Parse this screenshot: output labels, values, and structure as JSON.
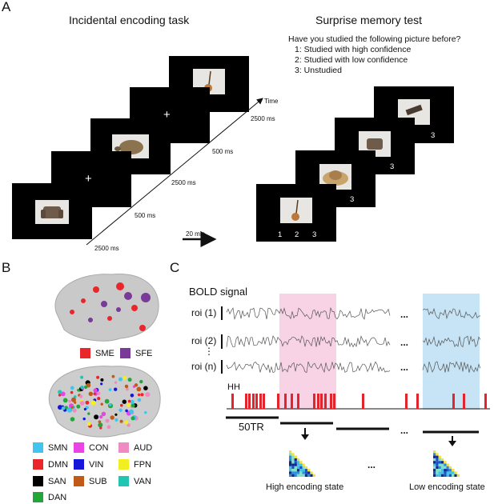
{
  "panel_a": {
    "letter": "A",
    "encoding_title": "Incidental encoding task",
    "memory_title": "Surprise memory test",
    "question": "Have you studied the following picture before?",
    "options": [
      "1: Studied with high confidence",
      "2: Studied with low confidence",
      "3: Unstudied"
    ],
    "time_label": "Time",
    "durations": [
      "2500 ms",
      "500 ms",
      "2500 ms",
      "500 ms",
      "2500 ms"
    ],
    "delay_label": "20 min",
    "response_digits": [
      "1",
      "2",
      "3"
    ],
    "fixation": "+"
  },
  "panel_b": {
    "letter": "B",
    "legend_top": [
      {
        "label": "SME",
        "color": "#e8262c"
      },
      {
        "label": "SFE",
        "color": "#7a3a97"
      }
    ],
    "legend_bottom": [
      {
        "label": "SMN",
        "color": "#3ec6ee"
      },
      {
        "label": "CON",
        "color": "#ea44e6"
      },
      {
        "label": "AUD",
        "color": "#f08ac2"
      },
      {
        "label": "DMN",
        "color": "#e8262c"
      },
      {
        "label": "VIN",
        "color": "#1616d8"
      },
      {
        "label": "FPN",
        "color": "#f2ee22"
      },
      {
        "label": "SAN",
        "color": "#000000"
      },
      {
        "label": "SUB",
        "color": "#c05a16"
      },
      {
        "label": "VAN",
        "color": "#22c4b4"
      },
      {
        "label": "DAN",
        "color": "#22a63a"
      }
    ]
  },
  "panel_c": {
    "letter": "C",
    "bold_label": "BOLD signal",
    "rois": [
      "roi (1)",
      "roi (2)",
      "roi (n)"
    ],
    "vdots": "⋮",
    "ellipsis": "...",
    "hh_label": "HH",
    "window_label": "50TR",
    "high_state": "High encoding state",
    "low_state": "Low encoding state",
    "colors": {
      "high_band": "#f8d3e6",
      "low_band": "#c6e4f5",
      "event": "#e0262c"
    }
  }
}
